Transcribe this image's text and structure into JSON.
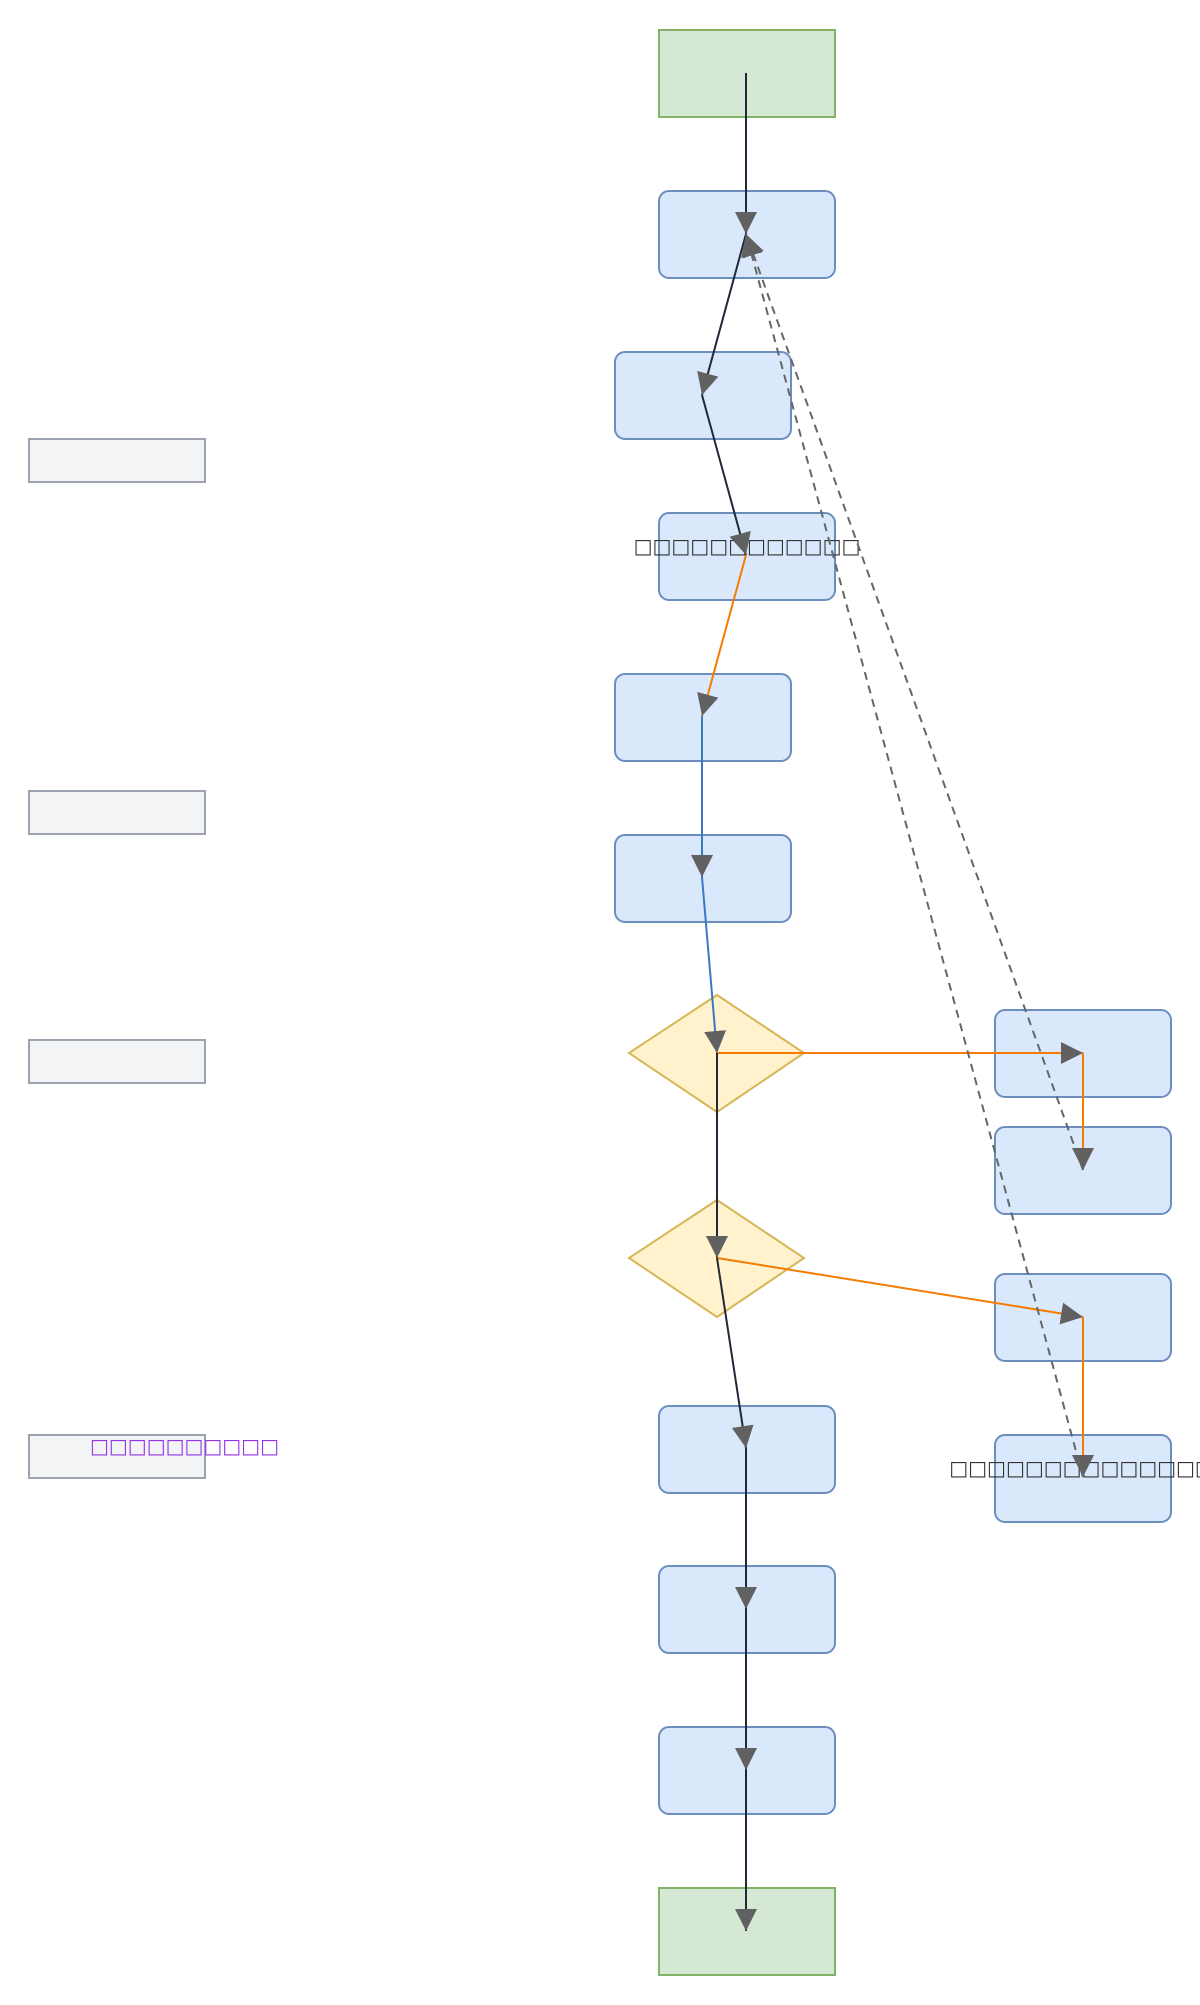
{
  "diagram": {
    "type": "flowchart",
    "colors": {
      "terminal_fill": "#d5e8d4",
      "terminal_stroke": "#82b366",
      "process_fill": "#dae8fc",
      "process_stroke": "#6c8ebf",
      "decision_fill": "#fff2cc",
      "decision_stroke": "#d6b656",
      "note_fill": "#f3f4f6",
      "note_stroke": "#9ca3af",
      "note_label": "#9333ea",
      "edge_default": "#1f2937",
      "edge_orange": "#f57c00",
      "edge_blue": "#3b78c4",
      "edge_dashed": "#666666",
      "arrowhead": "#616161"
    },
    "nodes": [
      {
        "id": "start",
        "shape": "terminal",
        "label": ""
      },
      {
        "id": "n2",
        "shape": "process",
        "label": ""
      },
      {
        "id": "n3",
        "shape": "process",
        "label": ""
      },
      {
        "id": "n4",
        "shape": "process",
        "label": "□□□□□□□□□□□□"
      },
      {
        "id": "n5",
        "shape": "process",
        "label": ""
      },
      {
        "id": "n6",
        "shape": "process",
        "label": ""
      },
      {
        "id": "d1",
        "shape": "decision",
        "label": ""
      },
      {
        "id": "d2",
        "shape": "decision",
        "label": ""
      },
      {
        "id": "n7",
        "shape": "process",
        "label": ""
      },
      {
        "id": "n8",
        "shape": "process",
        "label": ""
      },
      {
        "id": "n9",
        "shape": "process",
        "label": ""
      },
      {
        "id": "end",
        "shape": "terminal",
        "label": ""
      },
      {
        "id": "ra",
        "shape": "process",
        "label": ""
      },
      {
        "id": "rb",
        "shape": "process",
        "label": ""
      },
      {
        "id": "rc",
        "shape": "process",
        "label": ""
      },
      {
        "id": "rd",
        "shape": "process",
        "label": "□□□□□□□□□□□□□□□"
      }
    ],
    "notes": [
      {
        "id": "note1",
        "label": ""
      },
      {
        "id": "note2",
        "label": ""
      },
      {
        "id": "note3",
        "label": ""
      },
      {
        "id": "note4",
        "label": "□□□□□□□□□□"
      }
    ],
    "edges": [
      {
        "from": "start",
        "to": "n2",
        "style": "solid",
        "color": "default"
      },
      {
        "from": "n2",
        "to": "n3",
        "style": "solid",
        "color": "default"
      },
      {
        "from": "n3",
        "to": "n4",
        "style": "solid",
        "color": "default"
      },
      {
        "from": "n4",
        "to": "n5",
        "style": "solid",
        "color": "orange"
      },
      {
        "from": "n5",
        "to": "n6",
        "style": "solid",
        "color": "blue"
      },
      {
        "from": "n6",
        "to": "d1",
        "style": "solid",
        "color": "blue"
      },
      {
        "from": "d1",
        "to": "ra",
        "style": "solid",
        "color": "orange"
      },
      {
        "from": "ra",
        "to": "rb",
        "style": "solid",
        "color": "orange"
      },
      {
        "from": "d1",
        "to": "d2",
        "style": "solid",
        "color": "default"
      },
      {
        "from": "d2",
        "to": "rc",
        "style": "solid",
        "color": "orange"
      },
      {
        "from": "rc",
        "to": "rd",
        "style": "solid",
        "color": "orange"
      },
      {
        "from": "d2",
        "to": "n7",
        "style": "solid",
        "color": "default"
      },
      {
        "from": "n7",
        "to": "n8",
        "style": "solid",
        "color": "default"
      },
      {
        "from": "n8",
        "to": "n9",
        "style": "solid",
        "color": "default"
      },
      {
        "from": "n9",
        "to": "end",
        "style": "solid",
        "color": "default"
      },
      {
        "from": "rb",
        "to": "n2",
        "style": "dashed",
        "color": "dashed"
      },
      {
        "from": "rd",
        "to": "n2",
        "style": "dashed",
        "color": "dashed"
      }
    ]
  }
}
